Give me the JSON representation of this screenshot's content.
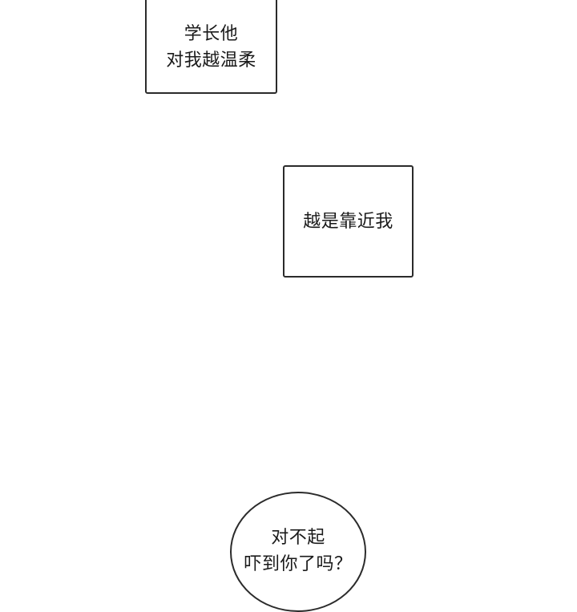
{
  "caption_box_1": {
    "lines": [
      "学长他",
      "对我越温柔"
    ]
  },
  "caption_box_2": {
    "lines": [
      "越是靠近我"
    ]
  },
  "speech_bubble": {
    "lines": [
      "对不起",
      "吓到你了吗？"
    ]
  }
}
